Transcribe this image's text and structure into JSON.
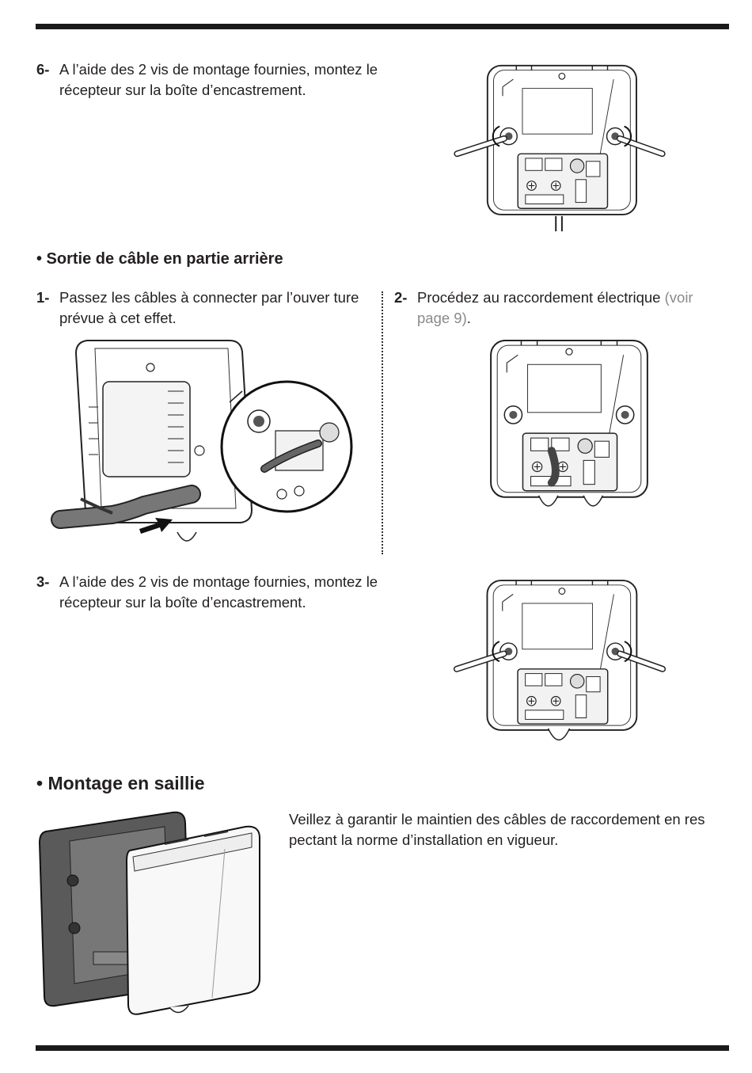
{
  "steps_top": {
    "s6": {
      "num": "6-",
      "text": "A l’aide des 2 vis de montage fournies, montez le récepteur sur la boîte d’encastrement."
    }
  },
  "section_rear": {
    "title": "• Sortie de câble en partie arrière",
    "s1": {
      "num": "1-",
      "text": "Passez les câbles à connecter par l’ouver ture prévue à cet effet."
    },
    "s2": {
      "num": "2-",
      "text": "Procédez au raccordement électrique",
      "ref": "(voir page 9)",
      "end": "."
    },
    "s3": {
      "num": "3-",
      "text": "A l’aide des 2 vis de montage fournies, montez le récepteur sur la boîte d’encastrement."
    }
  },
  "section_surface": {
    "title": "• Montage en saillie",
    "text": "Veillez à garantir le maintien des câbles de raccordement en res pectant la norme d’installation en vigueur."
  },
  "colors": {
    "text": "#231f20",
    "link_grey": "#8a8a8a",
    "rule": "#1a1a1a"
  }
}
